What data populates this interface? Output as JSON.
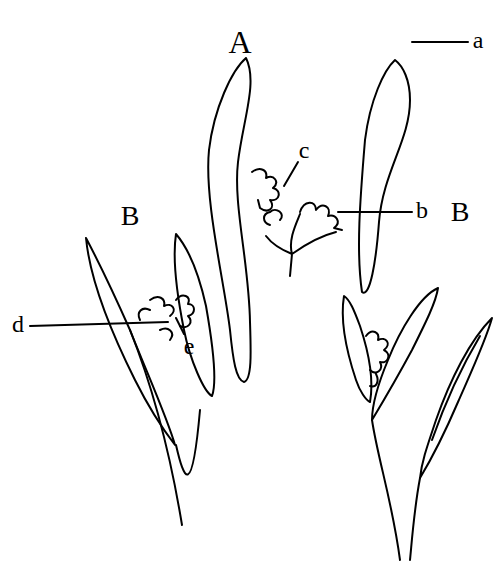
{
  "diagram": {
    "labels": [
      "A",
      "B",
      "B",
      "a",
      "b",
      "c",
      "d",
      "e"
    ]
  }
}
